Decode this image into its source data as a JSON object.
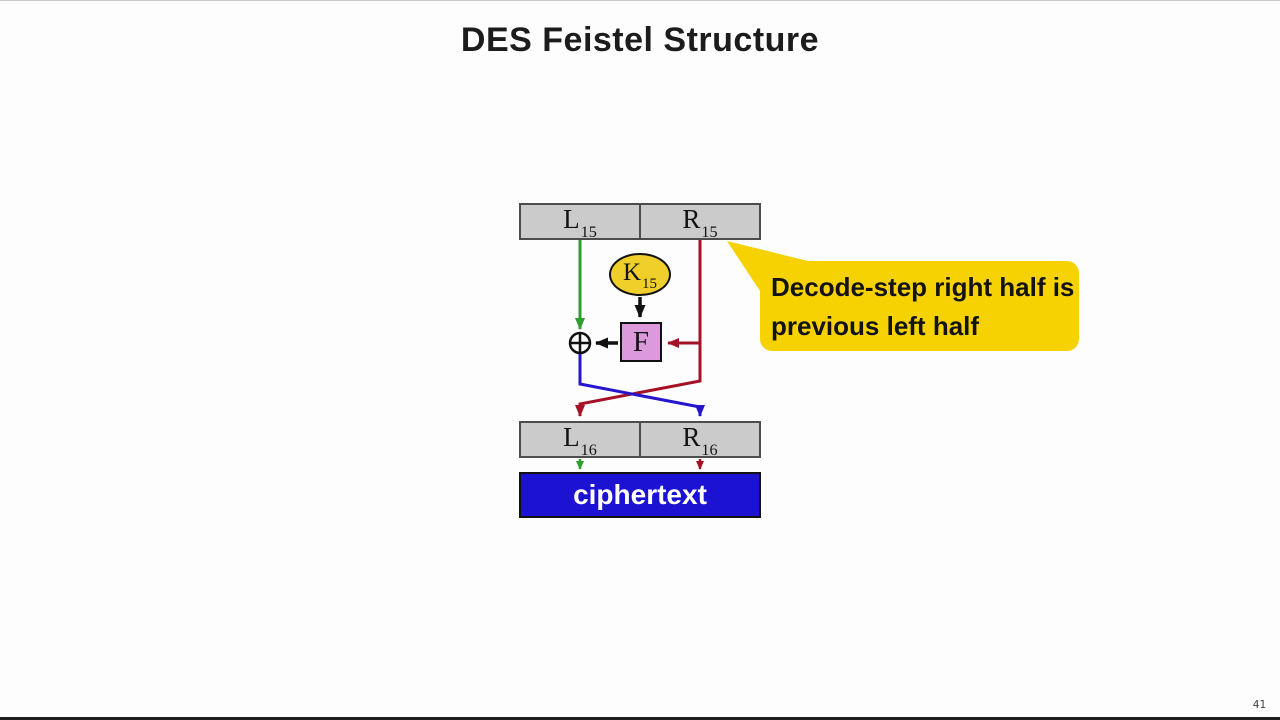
{
  "slide": {
    "title": "DES Feistel Structure",
    "page_number": "41"
  },
  "diagram": {
    "registers": {
      "l15": {
        "base": "L",
        "sub": "15"
      },
      "r15": {
        "base": "R",
        "sub": "15"
      },
      "l16": {
        "base": "L",
        "sub": "16"
      },
      "r16": {
        "base": "R",
        "sub": "16"
      }
    },
    "key": {
      "base": "K",
      "sub": "15"
    },
    "function_label": "F",
    "xor_symbol": "⊕",
    "output_label": "ciphertext"
  },
  "callout": {
    "line1": "Decode-step right half is",
    "line2": "previous left half"
  },
  "colors": {
    "slide_bg": "#fdfdfd",
    "register_fill": "#cbcbcb",
    "register_border": "#4d4d4d",
    "key_fill": "#f0cf2b",
    "f_fill": "#dc9add",
    "ciphertext_fill": "#1b12d2",
    "callout_fill": "#f6d203",
    "green": "#2f9e2f",
    "dark_red": "#a51226",
    "blue": "#2516cd",
    "black": "#111111"
  }
}
